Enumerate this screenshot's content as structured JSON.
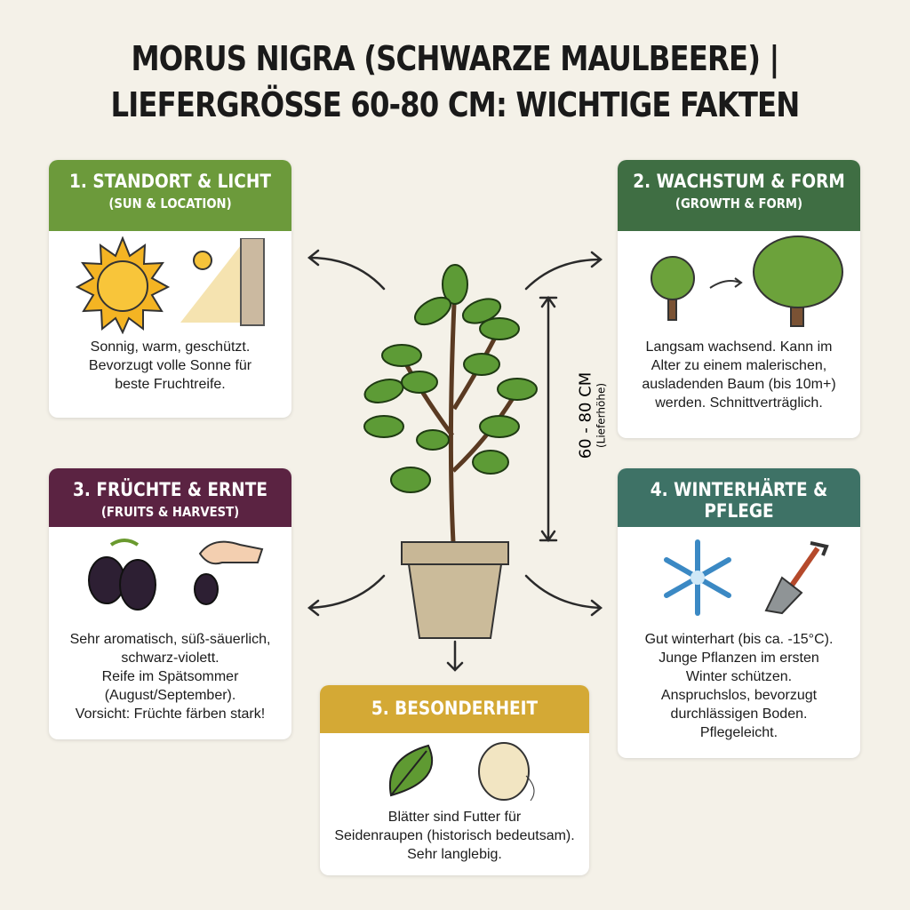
{
  "title": [
    "MORUS NIGRA (SCHWARZE MAULBEERE) |",
    "LIEFERGRÖSSE 60-80 CM: WICHTIGE FAKTEN"
  ],
  "measure": {
    "value": "60 - 80 CM",
    "label": "(Lieferhöhe)"
  },
  "cards": [
    {
      "title": "1. STANDORT & LICHT",
      "subtitle": "(SUN & LOCATION)",
      "color": "#6c9a3b",
      "lines": [
        "Sonnig, warm, geschützt.",
        "Bevorzugt volle Sonne für",
        "beste Fruchtreife."
      ]
    },
    {
      "title": "2. WACHSTUM & FORM",
      "subtitle": "(GROWTH & FORM)",
      "color": "#3f6e43",
      "lines": [
        "Langsam wachsend. Kann im",
        "Alter zu einem malerischen,",
        "ausladenden Baum (bis 10m+)",
        "werden. Schnittverträglich."
      ]
    },
    {
      "title": "3. FRÜCHTE & ERNTE",
      "subtitle": "(FRUITS & HARVEST)",
      "color": "#5b2342",
      "lines": [
        "Sehr aromatisch, süß-säuerlich,",
        "schwarz-violett.",
        "Reife im Spätsommer",
        "(August/September).",
        "Vorsicht: Früchte färben stark!"
      ]
    },
    {
      "title": "4. WINTERHÄRTE & PFLEGE",
      "subtitle": "(HARDINESS & CARE)",
      "color": "#3e7266",
      "lines": [
        "Gut winterhart (bis ca. -15°C).",
        "Junge Pflanzen im ersten",
        "Winter schützen.",
        "Anspruchslos, bevorzugt",
        "durchlässigen Boden.",
        "Pflegeleicht."
      ]
    },
    {
      "title": "5. BESONDERHEIT",
      "subtitle": "",
      "color": "#d4a935",
      "lines": [
        "Blätter sind Futter für",
        "Seidenraupen (historisch bedeutsam).",
        "Sehr langlebig."
      ]
    }
  ]
}
